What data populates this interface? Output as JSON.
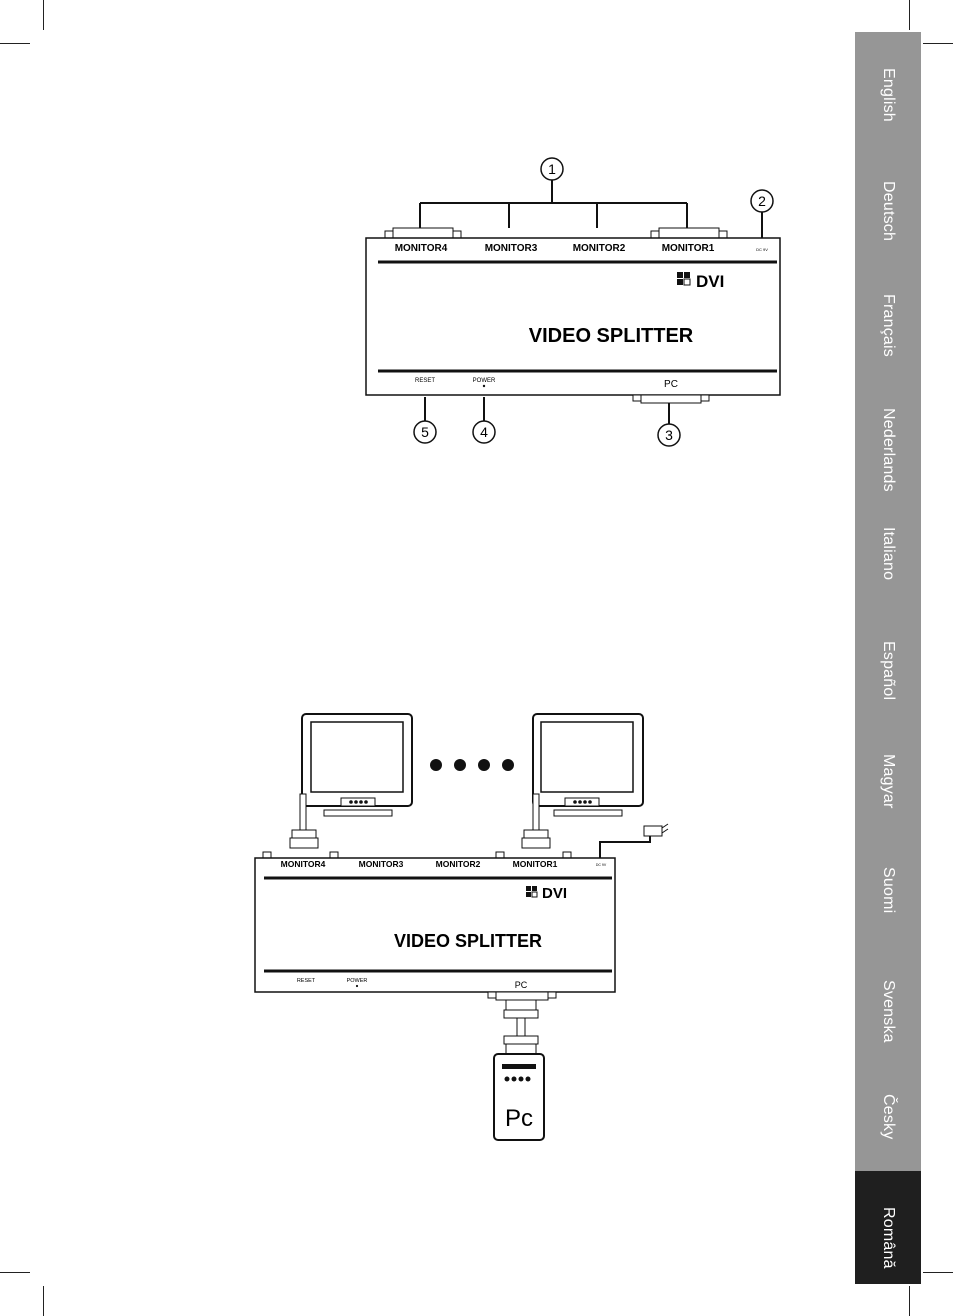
{
  "languages": [
    {
      "label": "English",
      "active": false
    },
    {
      "label": "Deutsch",
      "active": false
    },
    {
      "label": "Français",
      "active": false
    },
    {
      "label": "Nederlands",
      "active": false
    },
    {
      "label": "Italiano",
      "active": false
    },
    {
      "label": "Español",
      "active": false
    },
    {
      "label": "Magyar",
      "active": false
    },
    {
      "label": "Suomi",
      "active": false
    },
    {
      "label": "Svenska",
      "active": false
    },
    {
      "label": "Česky",
      "active": false
    },
    {
      "label": "Română",
      "active": true
    }
  ],
  "device": {
    "ports": [
      "MONITOR4",
      "MONITOR3",
      "MONITOR2",
      "MONITOR1"
    ],
    "brand": "DVI",
    "title": "VIDEO SPLITTER",
    "reset": "RESET",
    "power": "POWER",
    "pc": "PC",
    "dc_label": "DC 9V"
  },
  "callouts": [
    "1",
    "2",
    "3",
    "4",
    "5"
  ],
  "setup": {
    "pc_label": "Pc"
  }
}
